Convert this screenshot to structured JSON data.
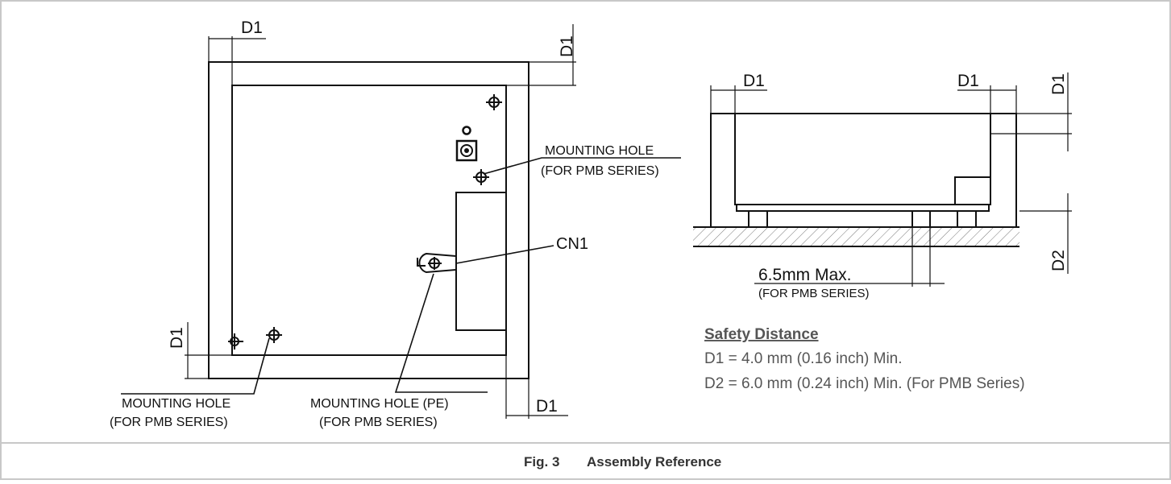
{
  "diagram": {
    "left_view": {
      "dimension_labels": [
        "D1",
        "D1",
        "D1",
        "D1"
      ],
      "mounting_hole_right": {
        "line1": "MOUNTING HOLE",
        "line2": "(FOR PMB SERIES)"
      },
      "mounting_hole_bottom_left": {
        "line1": "MOUNTING HOLE",
        "line2": "(FOR PMB SERIES)"
      },
      "mounting_hole_pe": {
        "line1": "MOUNTING HOLE (PE)",
        "line2": "(FOR PMB SERIES)"
      },
      "connector_label": "CN1"
    },
    "right_view": {
      "dimension_labels": [
        "D1",
        "D1",
        "D1",
        "D2"
      ],
      "max_label": "6.5mm Max.",
      "max_note": "(FOR PMB SERIES)"
    },
    "safety": {
      "title": "Safety Distance",
      "lines": [
        "D1 = 4.0 mm (0.16 inch) Min.",
        "D2 = 6.0 mm (0.24 inch) Min. (For PMB Series)"
      ]
    }
  },
  "caption": {
    "fig": "Fig. 3",
    "title": "Assembly Reference"
  },
  "colors": {
    "border": "#c8c8c8",
    "line": "#111111",
    "safety_text": "#555555"
  }
}
